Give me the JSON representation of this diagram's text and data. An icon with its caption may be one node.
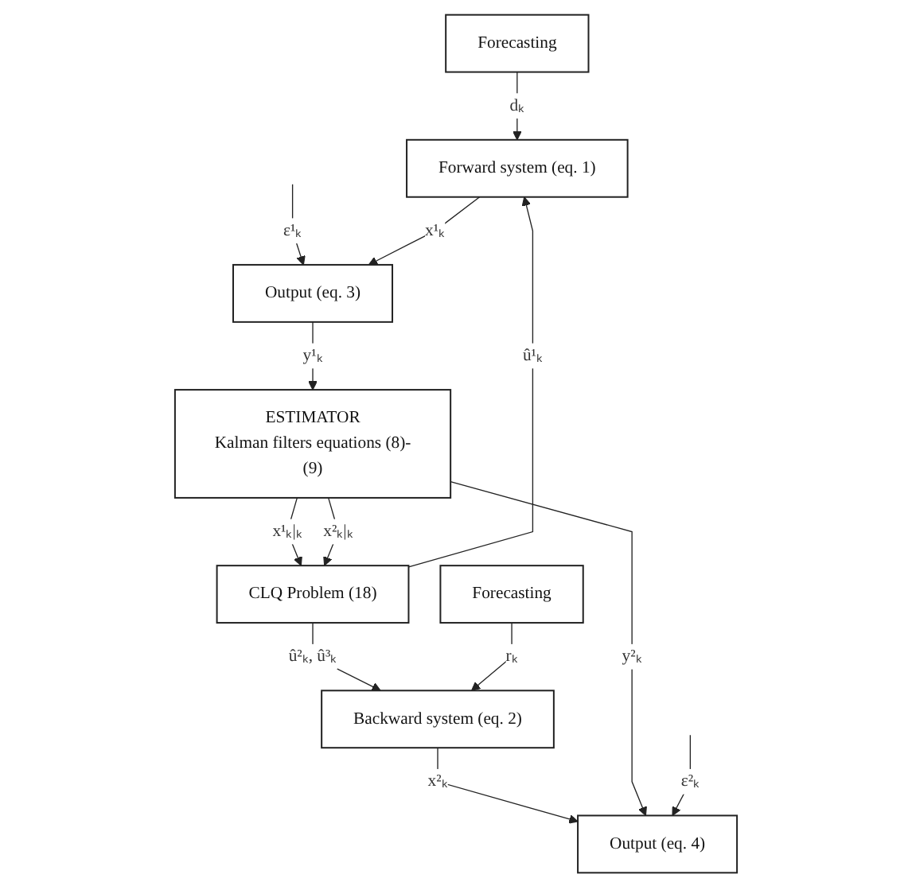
{
  "diagram": {
    "nodes": [
      {
        "text": [
          "Forecasting"
        ]
      },
      {
        "text": [
          "Forward system (eq. 1)"
        ]
      },
      {
        "text": [
          "Output (eq. 3)"
        ]
      },
      {
        "text": [
          "CLQ Problem (18)"
        ]
      },
      {
        "text": [
          "ESTIMATOR",
          "Kalman filters equations (8)-(9)"
        ]
      },
      {
        "text": [
          "Backward system (eq. 2)"
        ]
      },
      {
        "text": [
          "Output (eq. 4)"
        ]
      },
      {
        "text": [
          "Forecasting"
        ]
      }
    ],
    "edges": [
      {
        "from": 0,
        "to": 1,
        "arrow": "to",
        "label": "dₖ"
      },
      {
        "from": null,
        "to": 2,
        "arrow": "to",
        "label": "ε¹ₖ"
      },
      {
        "from": 1,
        "to": 2,
        "arrow": "to",
        "label": "x¹ₖ"
      },
      {
        "from": 2,
        "to": 4,
        "arrow": "to",
        "label": "y¹ₖ"
      },
      {
        "from": 3,
        "to": 1,
        "arrow": "to",
        "label": "û¹ₖ"
      },
      {
        "from": 4,
        "to": 3,
        "arrow": "to",
        "label": "x¹ₖ|ₖ"
      },
      {
        "from": 4,
        "to": 3,
        "arrow": "to",
        "label": "x²ₖ|ₖ"
      },
      {
        "from": 3,
        "to": 5,
        "arrow": "to",
        "label": "û²ₖ, û³ₖ"
      },
      {
        "from": 5,
        "to": 6,
        "arrow": "to",
        "label": "x²ₖ"
      },
      {
        "from": 4,
        "to": 6,
        "arrow": "to",
        "label": "y²ₖ"
      },
      {
        "from": null,
        "to": 6,
        "arrow": "to",
        "label": "ε²ₖ"
      },
      {
        "from": 7,
        "to": 5,
        "arrow": "to",
        "label": "rₖ"
      }
    ]
  }
}
